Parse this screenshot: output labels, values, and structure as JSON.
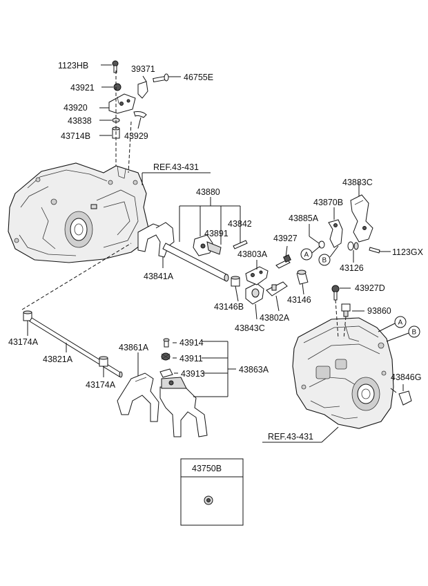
{
  "labels": {
    "p1123HB": "1123HB",
    "p39371": "39371",
    "p46755E": "46755E",
    "p43921": "43921",
    "p43920": "43920",
    "p43838": "43838",
    "p43929": "43929",
    "p43714B": "43714B",
    "ref_top": "REF.43-431",
    "p43880": "43880",
    "p43883C": "43883C",
    "p43870B": "43870B",
    "p43885A": "43885A",
    "p43842": "43842",
    "p43891": "43891",
    "p43927": "43927",
    "p43803A": "43803A",
    "p1123GX": "1123GX",
    "p43126": "43126",
    "p43841A": "43841A",
    "p43927D": "43927D",
    "p43146": "43146",
    "p43146B": "43146B",
    "p43802A": "43802A",
    "p93860": "93860",
    "p43843C": "43843C",
    "p43174A_top": "43174A",
    "p43821A": "43821A",
    "p43861A": "43861A",
    "p43914": "43914",
    "p43911": "43911",
    "p43913": "43913",
    "p43863A": "43863A",
    "p43174A_bottom": "43174A",
    "p43846G": "43846G",
    "ref_bottom": "REF.43-431",
    "p43750B": "43750B",
    "circle_a_left": "A",
    "circle_b_left": "B",
    "circle_a_right": "A",
    "circle_b_right": "B"
  }
}
